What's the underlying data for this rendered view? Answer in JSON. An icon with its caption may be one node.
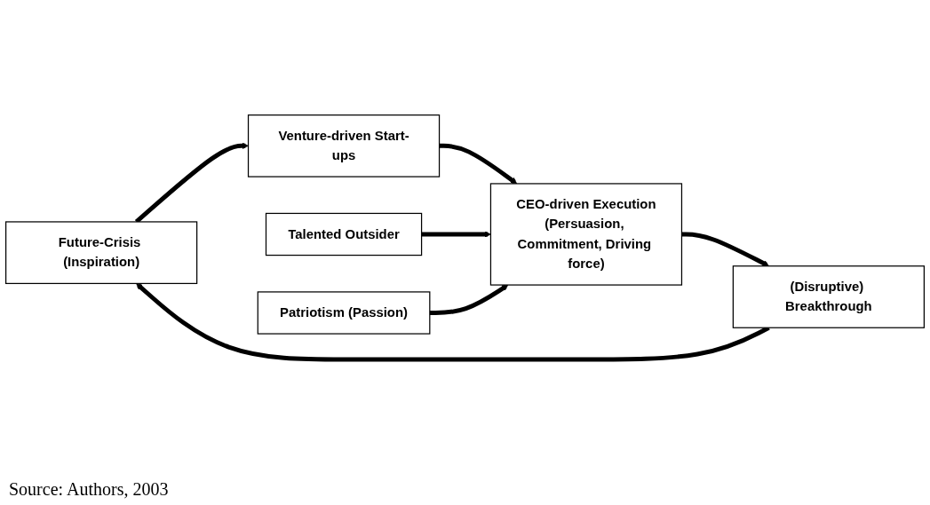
{
  "diagram": {
    "caption": "Source: Authors, 2003",
    "nodes": [
      {
        "text": [
          "Future-Crisis (Inspiration)"
        ]
      },
      {
        "text": [
          "Venture-driven Start-ups"
        ]
      },
      {
        "text": [
          "CEO-driven Execution",
          "(Persuasion, Commitment, Driving force)"
        ]
      },
      {
        "text": [
          "Talented Outsider"
        ]
      },
      {
        "text": [
          "Patriotism (Passion)"
        ]
      },
      {
        "text": [
          "(Disruptive) Breakthrough"
        ]
      }
    ],
    "edges": [
      {
        "from": 0,
        "to": 1,
        "arrow": "to"
      },
      {
        "from": 1,
        "to": 2,
        "arrow": "to"
      },
      {
        "from": 3,
        "to": 2,
        "arrow": "to"
      },
      {
        "from": 4,
        "to": 2,
        "arrow": "to"
      },
      {
        "from": 2,
        "to": 5,
        "arrow": "to"
      },
      {
        "from": 5,
        "to": 0,
        "arrow": "to"
      }
    ]
  }
}
